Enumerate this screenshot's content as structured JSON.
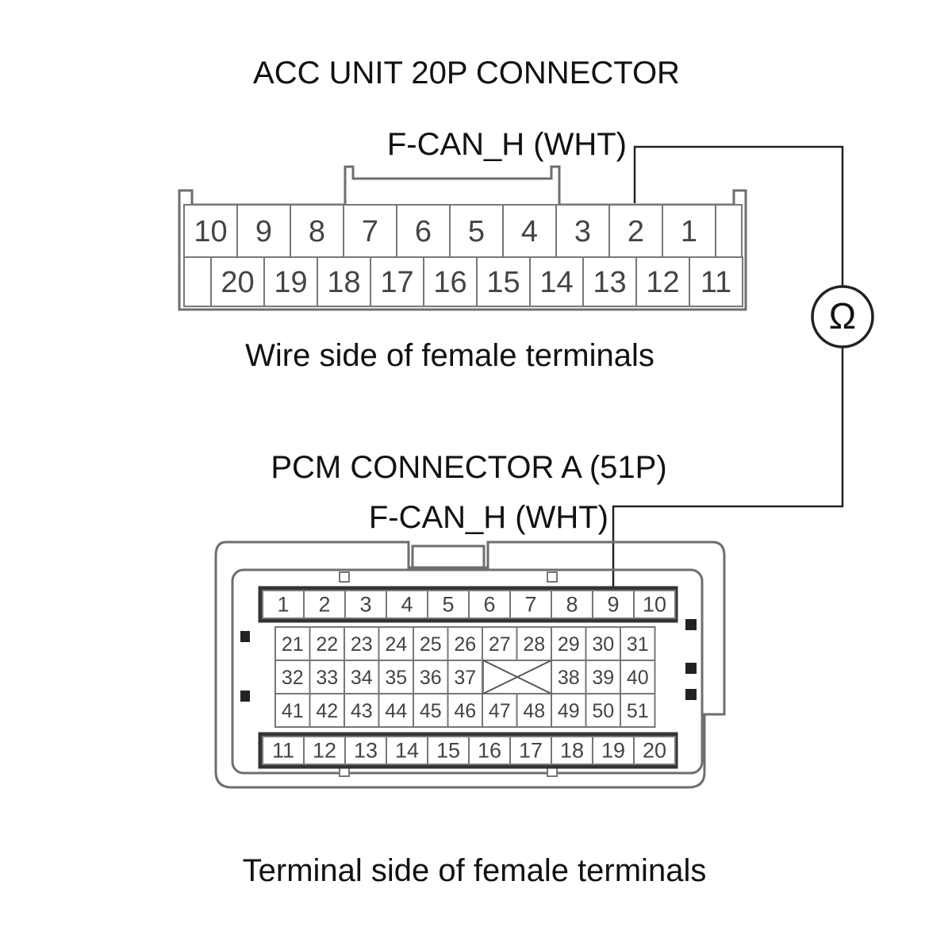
{
  "acc": {
    "title": "ACC UNIT 20P CONNECTOR",
    "wire_label": "F-CAN_H (WHT)",
    "caption": "Wire side of female terminals",
    "top_row": [
      "10",
      "9",
      "8",
      "7",
      "6",
      "5",
      "4",
      "3",
      "2",
      "1"
    ],
    "bottom_row": [
      "20",
      "19",
      "18",
      "17",
      "16",
      "15",
      "14",
      "13",
      "12",
      "11"
    ],
    "probe_pin": "2"
  },
  "meter": {
    "symbol": "Ω",
    "icon": "ohmmeter-icon"
  },
  "pcm": {
    "title": "PCM CONNECTOR A (51P)",
    "wire_label": "F-CAN_H (WHT)",
    "caption": "Terminal side of female terminals",
    "top_row": [
      "1",
      "2",
      "3",
      "4",
      "5",
      "6",
      "7",
      "8",
      "9",
      "10"
    ],
    "row_a": [
      "21",
      "22",
      "23",
      "24",
      "25",
      "26",
      "27",
      "28",
      "29",
      "30",
      "31"
    ],
    "row_b_left": [
      "32",
      "33",
      "34",
      "35",
      "36",
      "37"
    ],
    "row_b_right": [
      "38",
      "39",
      "40"
    ],
    "row_c": [
      "41",
      "42",
      "43",
      "44",
      "45",
      "46",
      "47",
      "48",
      "49",
      "50",
      "51"
    ],
    "bottom_row": [
      "11",
      "12",
      "13",
      "14",
      "15",
      "16",
      "17",
      "18",
      "19",
      "20"
    ],
    "probe_pin": "9"
  }
}
